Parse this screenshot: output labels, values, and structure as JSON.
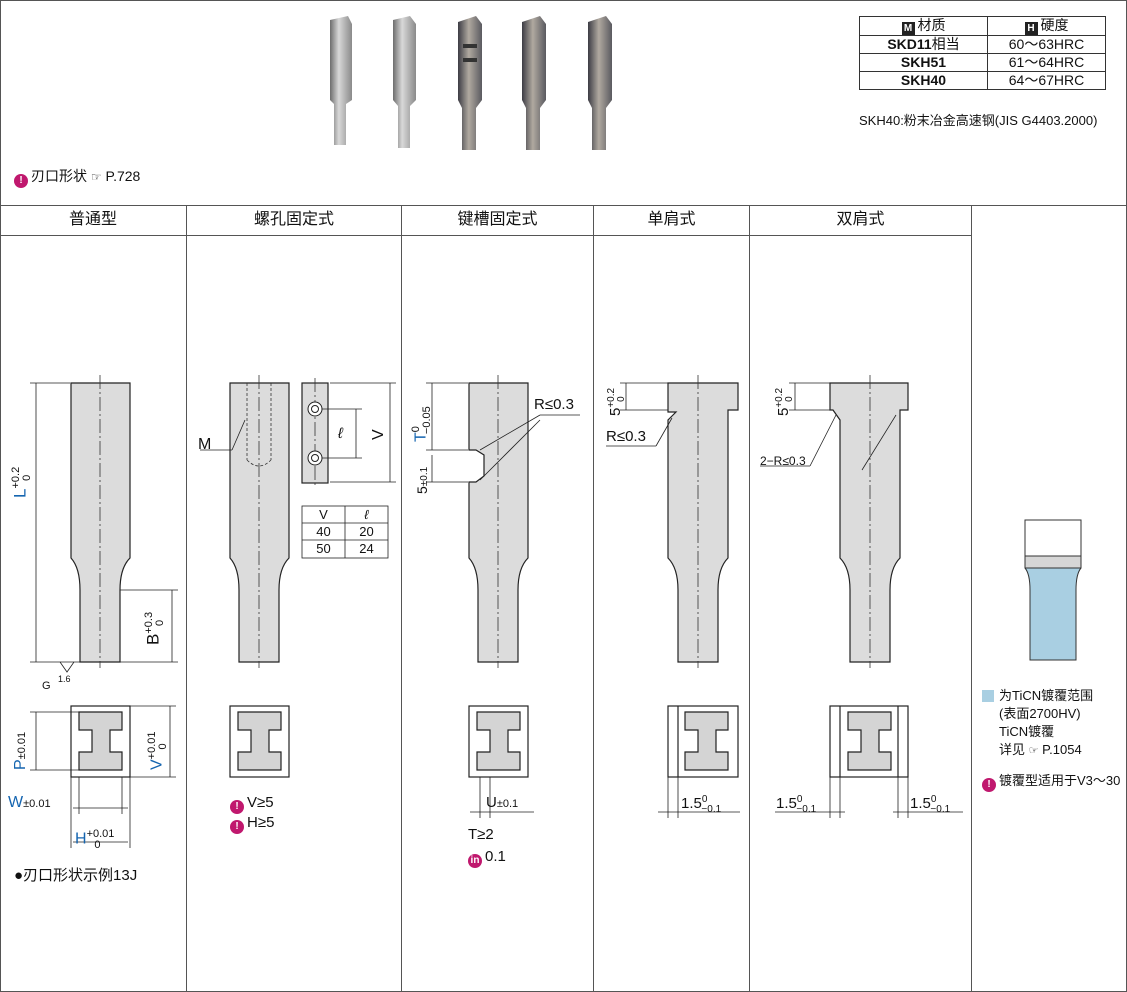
{
  "materials": {
    "header_material": "材质",
    "header_hardness": "硬度",
    "badge_m": "M",
    "badge_h": "H",
    "rows": [
      {
        "name": "SKD11",
        "suffix": "相当",
        "hardness": "60～63HRC"
      },
      {
        "name": "SKH51",
        "suffix": "",
        "hardness": "61～64HRC"
      },
      {
        "name": "SKH40",
        "suffix": "",
        "hardness": "64～67HRC"
      }
    ],
    "footnote": "SKH40:粉末冶金高速钢(JIS G4403.2000)"
  },
  "edge_shape_ref": {
    "text": "刃口形状",
    "page": "P.728"
  },
  "columns": [
    {
      "title": "普通型"
    },
    {
      "title": "螺孔固定式"
    },
    {
      "title": "键槽固定式"
    },
    {
      "title": "单肩式"
    },
    {
      "title": "双肩式"
    }
  ],
  "normal": {
    "L": "L",
    "L_tol_up": "+0.2",
    "L_tol_dn": "0",
    "B": "B",
    "B_tol_up": "+0.3",
    "B_tol_dn": "0",
    "G": "G",
    "roughness": "1.6",
    "P": "P",
    "P_tol": "±0.01",
    "V": "V",
    "V_tol_up": "+0.01",
    "V_tol_dn": "0",
    "W": "W",
    "W_tol": "±0.01",
    "H": "H",
    "H_tol_up": "+0.01",
    "H_tol_dn": "0",
    "example": "●刃口形状示例13J"
  },
  "screw": {
    "M": "M",
    "ell": "ℓ",
    "V": "V",
    "table_headers": [
      "V",
      "ℓ"
    ],
    "table_rows": [
      [
        "40",
        "20"
      ],
      [
        "50",
        "24"
      ]
    ],
    "cond1": "V≥5",
    "cond2": "H≥5"
  },
  "key": {
    "T": "T",
    "T_tol_up": "0",
    "T_tol_dn": "−0.05",
    "five": "5",
    "five_tol": "±0.1",
    "R": "R≤0.3",
    "U": "U",
    "U_tol": "±0.1",
    "T_cond": "T≥2",
    "in_val": "0.1"
  },
  "single": {
    "five": "5",
    "tol_up": "+0.2",
    "tol_dn": "0",
    "R": "R≤0.3",
    "dim": "1.5",
    "dim_tol_up": "0",
    "dim_tol_dn": "−0.1"
  },
  "double": {
    "five": "5",
    "tol_up": "+0.2",
    "tol_dn": "0",
    "R": "2−R≤0.3",
    "dim": "1.5",
    "dim_tol_up": "0",
    "dim_tol_dn": "−0.1"
  },
  "coating": {
    "legend1": "为TiCN镀覆范围",
    "legend2": "(表面2700HV)",
    "legend3": "TiCN镀覆",
    "legend4": "详见",
    "page": "P.1054",
    "note": "镀覆型适用于V3～30"
  }
}
